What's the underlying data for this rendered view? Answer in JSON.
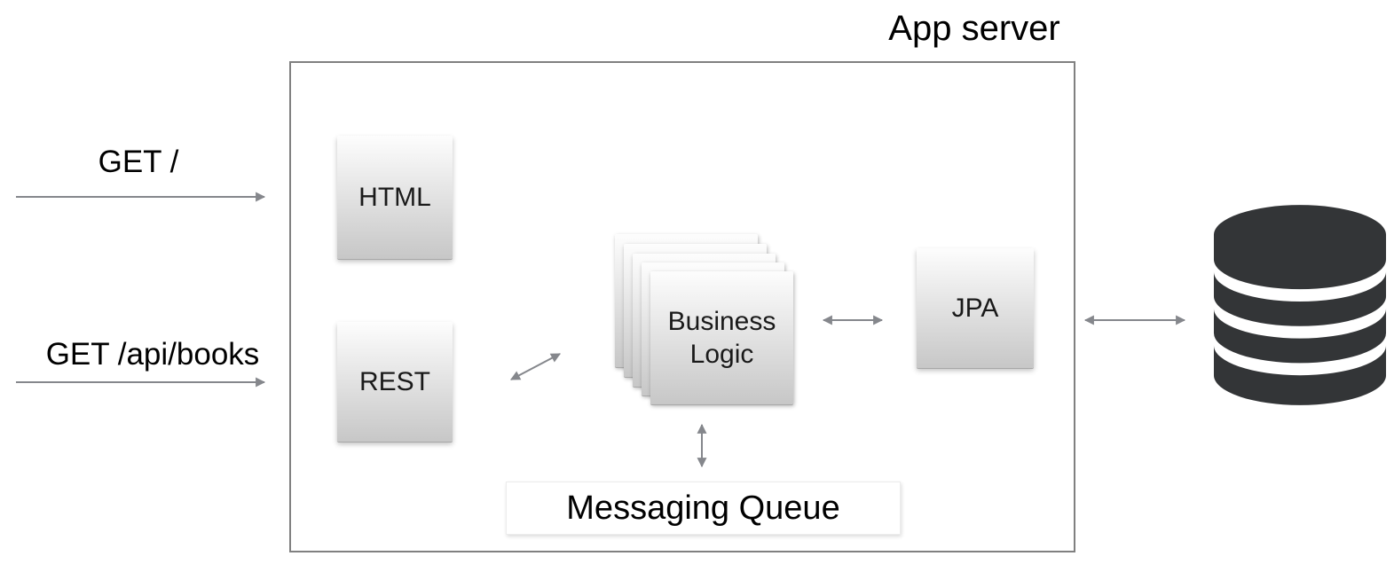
{
  "diagram": {
    "title": "App server",
    "requests": [
      {
        "label": "GET /"
      },
      {
        "label": "GET /api/books"
      }
    ],
    "components": {
      "html": "HTML",
      "rest": "REST",
      "business_logic": "Business Logic",
      "jpa": "JPA",
      "messaging_queue": "Messaging Queue"
    },
    "icons": {
      "database": "database-cylinder-icon"
    },
    "colors": {
      "arrow": "#85878c",
      "border": "#808080",
      "database": "#333537",
      "text": "#1a1a1a",
      "box_top": "#fdfdfd",
      "box_bottom": "#c7c7c7"
    }
  }
}
